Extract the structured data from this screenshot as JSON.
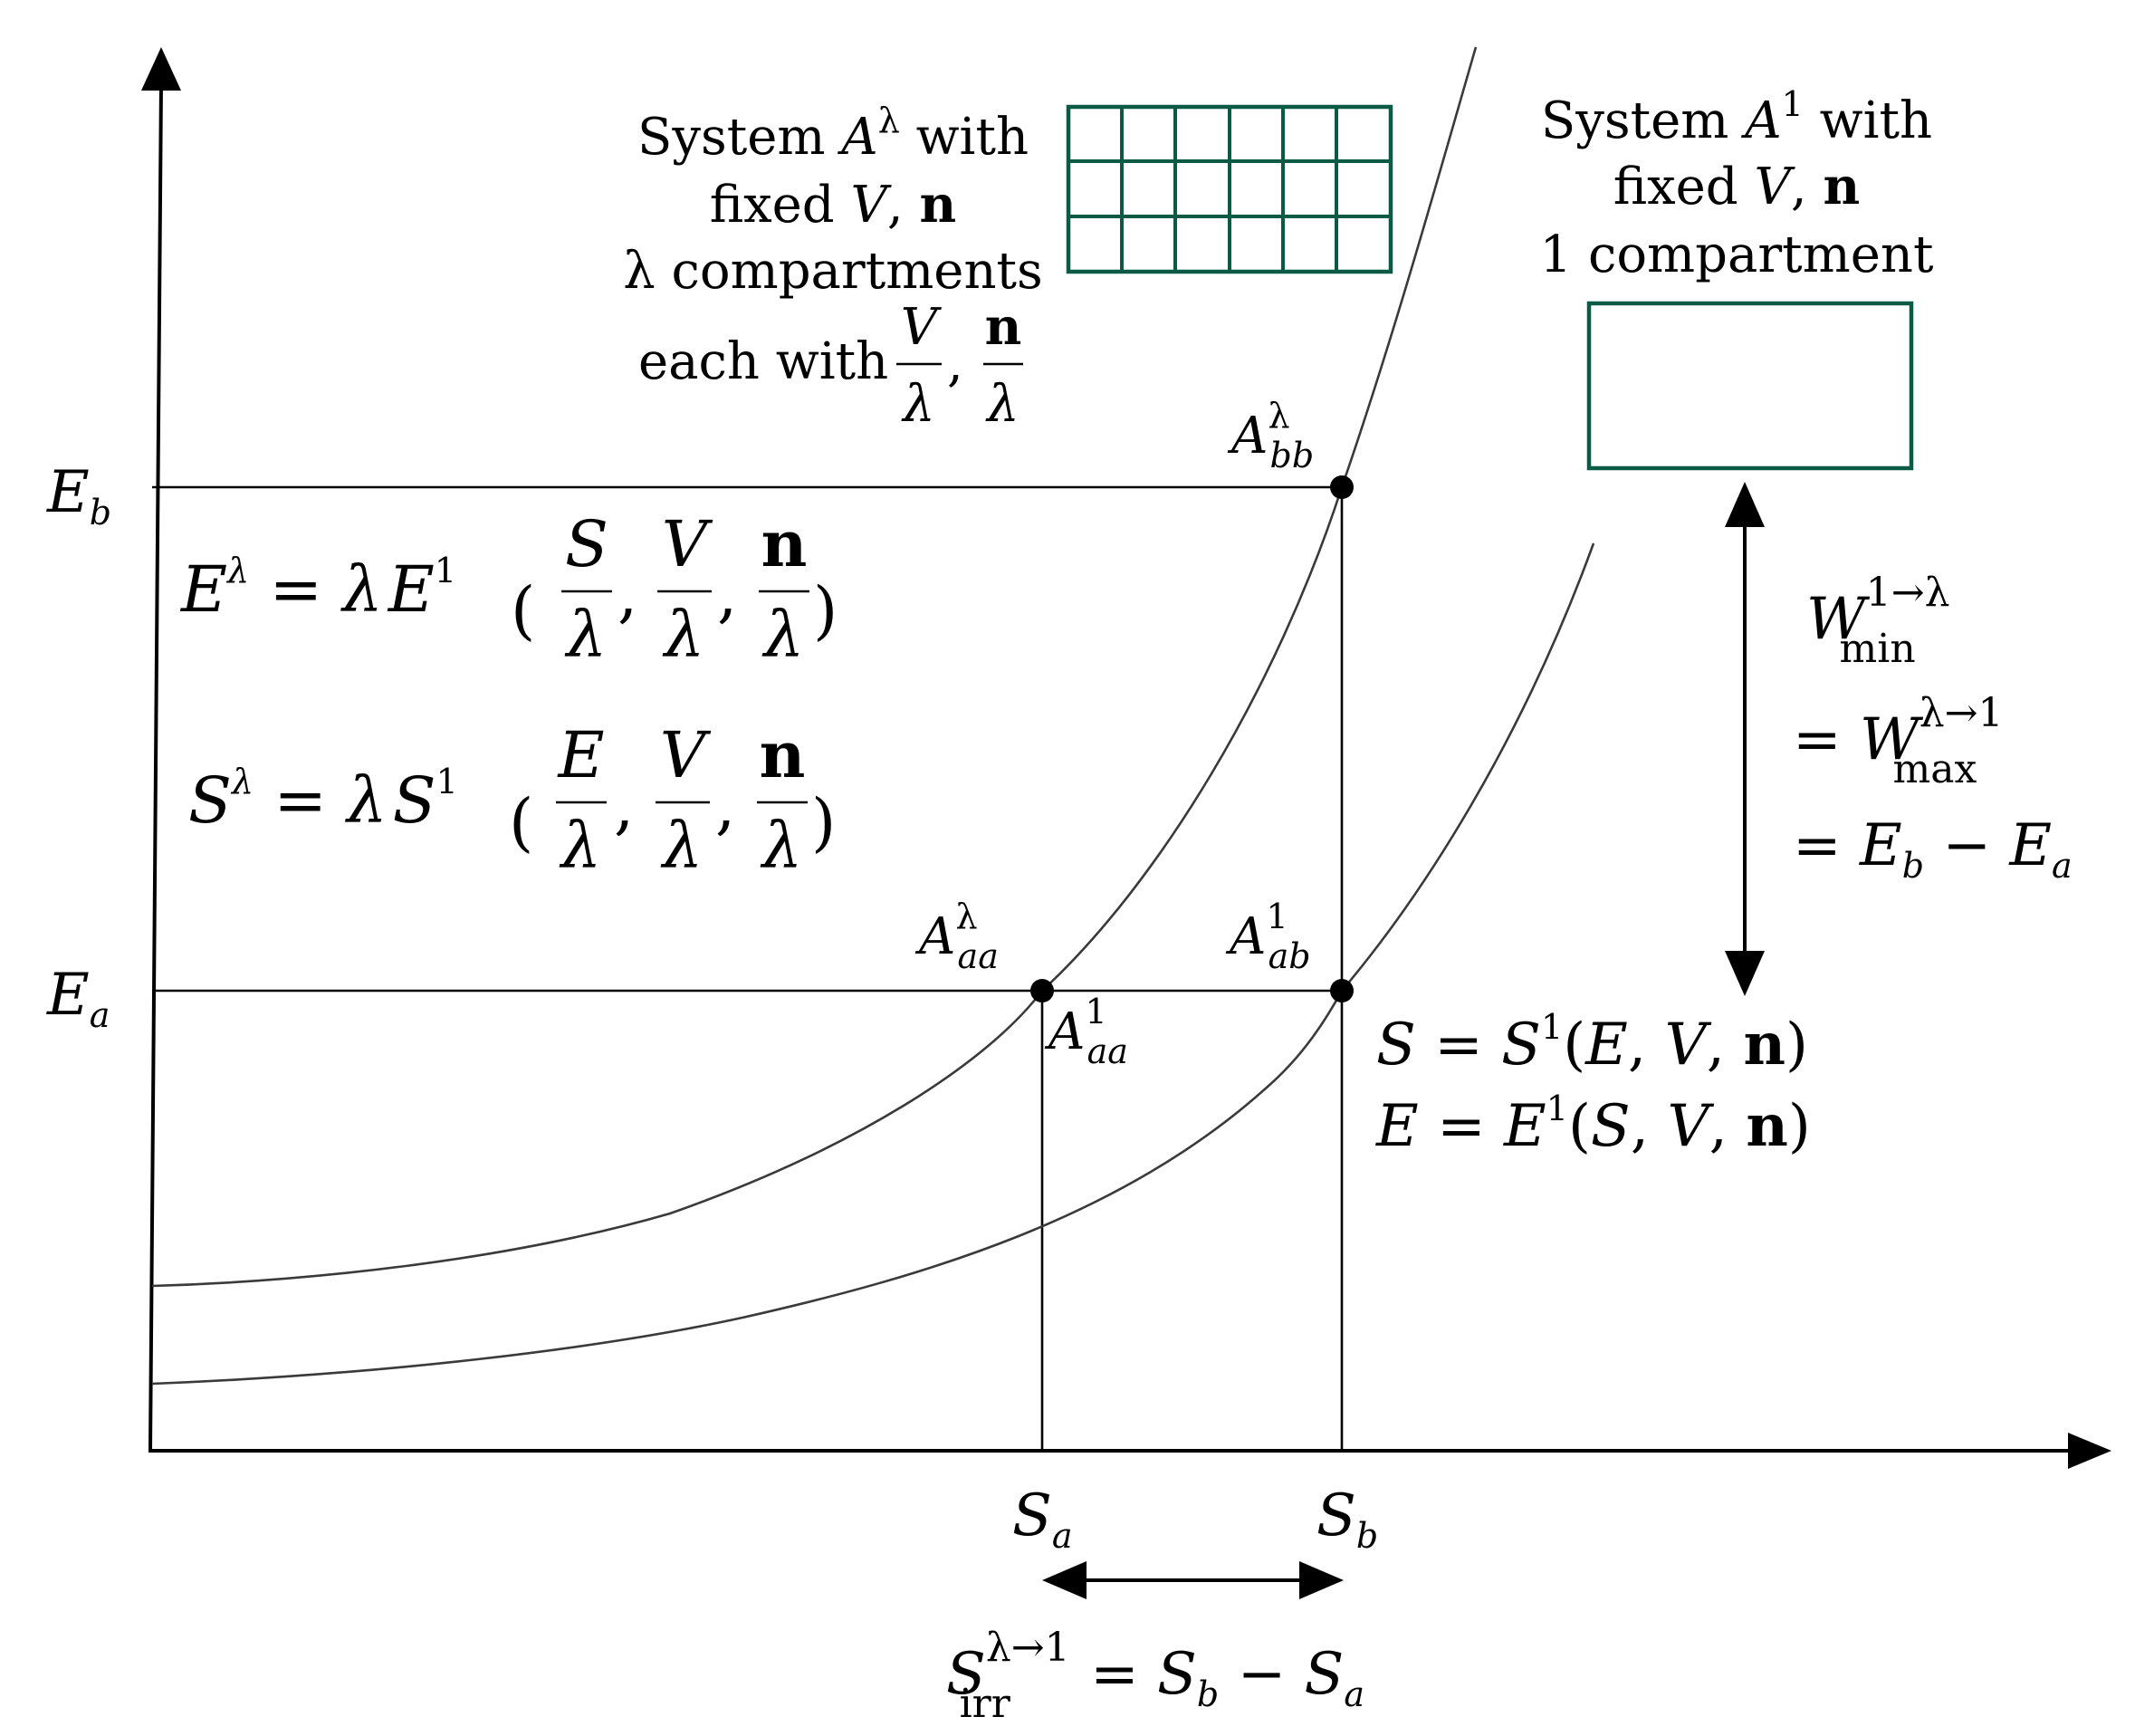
{
  "axes": {
    "y_tick_labels": {
      "Eb": {
        "main": "E",
        "sub": "b"
      },
      "Ea": {
        "main": "E",
        "sub": "a"
      }
    },
    "x_tick_labels": {
      "Sa": {
        "main": "S",
        "sub": "a"
      },
      "Sb": {
        "main": "S",
        "sub": "b"
      }
    }
  },
  "points": {
    "A_bb_lambda": {
      "main": "A",
      "sub": "bb",
      "sup": "λ"
    },
    "A_aa_lambda": {
      "main": "A",
      "sub": "aa",
      "sup": "λ"
    },
    "A_ab_1": {
      "main": "A",
      "sub": "ab",
      "sup": "1"
    },
    "A_aa_1": {
      "main": "A",
      "sub": "aa",
      "sup": "1"
    }
  },
  "system_lambda_caption": {
    "line1_a": "System ",
    "line1_var": "A",
    "line1_sup": "λ",
    "line1_b": " with",
    "line2_a": "fixed ",
    "line2_var": "V",
    "line2_comma": ", ",
    "line2_bold": "n",
    "line3_var": "λ",
    "line3_b": " compartments",
    "line4_a": "each with ",
    "frac1_num": "V",
    "frac1_den": "λ",
    "frac_comma": ",",
    "frac2_num": "n",
    "frac2_den": "λ"
  },
  "system_one_caption": {
    "line1_a": "System ",
    "line1_var": "A",
    "line1_sup": "1",
    "line1_b": " with",
    "line2_a": "fixed ",
    "line2_var": "V",
    "line2_comma": ", ",
    "line2_bold": "n",
    "line3": "1 compartment"
  },
  "eq_E_lambda": {
    "lhs": "E",
    "lhs_sup": "λ",
    "eq": " = ",
    "lam": "λ",
    "func": "E",
    "func_sup": "1",
    "f1_num": "S",
    "f1_den": "λ",
    "f2_num": "V",
    "f2_den": "λ",
    "f3_num": "n",
    "f3_den": "λ",
    "lparen": "(",
    "rparen": ")",
    "comma": ","
  },
  "eq_S_lambda": {
    "lhs": "S",
    "lhs_sup": "λ",
    "eq": " = ",
    "lam": "λ",
    "func": "S",
    "func_sup": "1",
    "f1_num": "E",
    "f1_den": "λ",
    "f2_num": "V",
    "f2_den": "λ",
    "f3_num": "n",
    "f3_den": "λ",
    "lparen": "(",
    "rparen": ")",
    "comma": ","
  },
  "eq_fundamental": {
    "line1_a": "S",
    "line1_b": " = ",
    "line1_c": "S",
    "line1_sup": "1",
    "line1_d": "(",
    "line1_e": "E",
    "line1_f": ", ",
    "line1_g": "V",
    "line1_h": ", ",
    "line1_bold": "n",
    "line1_i": ")",
    "line2_a": "E",
    "line2_b": " = ",
    "line2_c": "E",
    "line2_sup": "1",
    "line2_d": "(",
    "line2_e": "S",
    "line2_f": ", ",
    "line2_g": "V",
    "line2_h": ", ",
    "line2_bold": "n",
    "line2_i": ")"
  },
  "eq_work": {
    "line1_var": "W",
    "line1_sub": "min",
    "line1_sup": "1→λ",
    "line2_eq": "= ",
    "line2_var": "W",
    "line2_sub": "max",
    "line2_sup": "λ→1",
    "line3_eq": "= ",
    "line3_a": "E",
    "line3_a_sub": "b",
    "line3_minus": " − ",
    "line3_b": "E",
    "line3_b_sub": "a"
  },
  "eq_entropy": {
    "var": "S",
    "sub": "irr",
    "sup": "λ→1",
    "eq": " = ",
    "a": "S",
    "a_sub": "b",
    "minus": " − ",
    "b": "S",
    "b_sub": "a"
  },
  "colors": {
    "box": "#0b5a45",
    "curve": "#3a3a3a",
    "axis": "#000000"
  }
}
